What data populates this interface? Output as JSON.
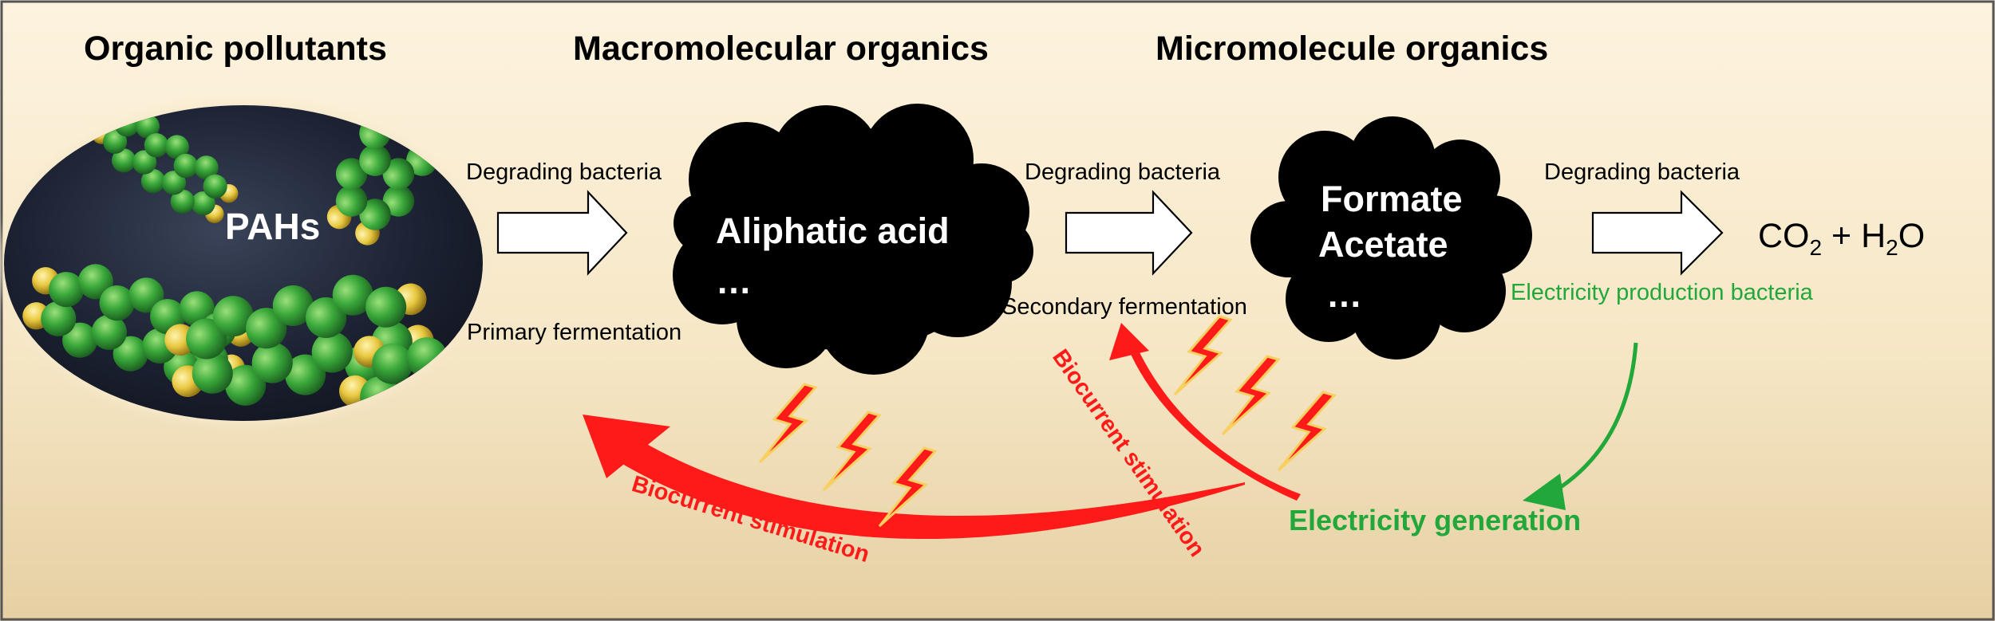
{
  "headers": {
    "organic_pollutants": "Organic pollutants",
    "macromolecular_organics": "Macromolecular organics",
    "micromolecule_organics": "Micromolecule organics"
  },
  "pahs_label": "PAHs",
  "clouds": {
    "aliphatic": {
      "line1": "Aliphatic acid",
      "line2": "…"
    },
    "formate": {
      "line1": "Formate",
      "line2": "Acetate",
      "line3": "…"
    }
  },
  "labels": {
    "degrading_1": "Degrading bacteria",
    "degrading_2": "Degrading bacteria",
    "degrading_3": "Degrading bacteria",
    "primary_fermentation": "Primary fermentation",
    "secondary_fermentation": "Secondary fermentation",
    "electricity_bacteria": "Electricity production bacteria",
    "electricity_generation": "Electricity generation",
    "biocurrent_1": "Biocurrent stimulation",
    "biocurrent_2": "Biocurrent stimulation"
  },
  "product": {
    "co": "CO",
    "sub1": "2",
    "plus": " + H",
    "sub2": "2",
    "o": "O"
  },
  "colors": {
    "background_top": "#fdf3df",
    "background_bottom": "#e7d2a6",
    "green": "#22a83a",
    "red": "#ff1a1a",
    "cloud": "#000000",
    "molecule_green": "#3aa83a",
    "molecule_yellow": "#e8c840"
  }
}
